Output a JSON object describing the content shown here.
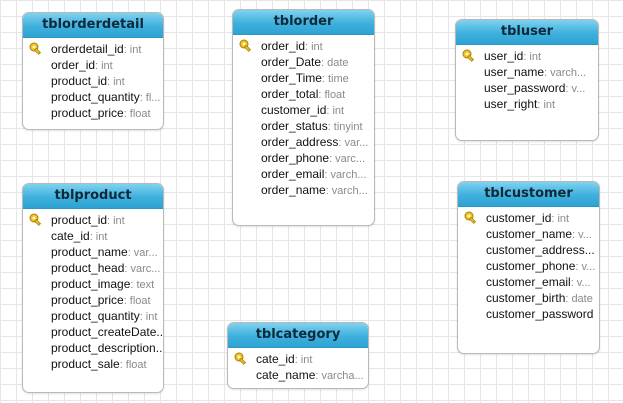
{
  "entities": [
    {
      "id": "tblorderdetail",
      "title": "tblorderdetail",
      "fields": [
        {
          "name": "orderdetail_id",
          "type": "int",
          "key": true
        },
        {
          "name": "order_id",
          "type": "int",
          "key": false
        },
        {
          "name": "product_id",
          "type": "int",
          "key": false
        },
        {
          "name": "product_quantity",
          "type": "fl...",
          "key": false
        },
        {
          "name": "product_price",
          "type": "float",
          "key": false
        }
      ]
    },
    {
      "id": "tblorder",
      "title": "tblorder",
      "fields": [
        {
          "name": "order_id",
          "type": "int",
          "key": true
        },
        {
          "name": "order_Date",
          "type": "date",
          "key": false
        },
        {
          "name": "order_Time",
          "type": "time",
          "key": false
        },
        {
          "name": "order_total",
          "type": "float",
          "key": false
        },
        {
          "name": "customer_id",
          "type": "int",
          "key": false
        },
        {
          "name": "order_status",
          "type": "tinyint",
          "key": false
        },
        {
          "name": "order_address",
          "type": "var...",
          "key": false
        },
        {
          "name": "order_phone",
          "type": "varc...",
          "key": false
        },
        {
          "name": "order_email",
          "type": "varch...",
          "key": false
        },
        {
          "name": "order_name",
          "type": "varch...",
          "key": false
        }
      ]
    },
    {
      "id": "tbluser",
      "title": "tbluser",
      "fields": [
        {
          "name": "user_id",
          "type": "int",
          "key": true
        },
        {
          "name": "user_name",
          "type": "varch...",
          "key": false
        },
        {
          "name": "user_password",
          "type": "v...",
          "key": false
        },
        {
          "name": "user_right",
          "type": "int",
          "key": false
        }
      ]
    },
    {
      "id": "tblproduct",
      "title": "tblproduct",
      "fields": [
        {
          "name": "product_id",
          "type": "int",
          "key": true
        },
        {
          "name": "cate_id",
          "type": "int",
          "key": false
        },
        {
          "name": "product_name",
          "type": "var...",
          "key": false
        },
        {
          "name": "product_head",
          "type": "varc...",
          "key": false
        },
        {
          "name": "product_image",
          "type": "text",
          "key": false
        },
        {
          "name": "product_price",
          "type": "float",
          "key": false
        },
        {
          "name": "product_quantity",
          "type": "int",
          "key": false
        },
        {
          "name": "product_createDate...",
          "type": "",
          "key": false
        },
        {
          "name": "product_description...",
          "type": "",
          "key": false
        },
        {
          "name": "product_sale",
          "type": "float",
          "key": false
        }
      ]
    },
    {
      "id": "tblcustomer",
      "title": "tblcustomer",
      "fields": [
        {
          "name": "customer_id",
          "type": "int",
          "key": true
        },
        {
          "name": "customer_name",
          "type": "v...",
          "key": false
        },
        {
          "name": "customer_address...",
          "type": "",
          "key": false
        },
        {
          "name": "customer_phone",
          "type": "v...",
          "key": false
        },
        {
          "name": "customer_email",
          "type": "v...",
          "key": false
        },
        {
          "name": "customer_birth",
          "type": "date",
          "key": false
        },
        {
          "name": "customer_password",
          "type": "",
          "key": false
        }
      ]
    },
    {
      "id": "tblcategory",
      "title": "tblcategory",
      "fields": [
        {
          "name": "cate_id",
          "type": "int",
          "key": true
        },
        {
          "name": "cate_name",
          "type": "varcha...",
          "key": false
        }
      ]
    }
  ],
  "icons": {
    "primary_key": "key-icon"
  },
  "colors": {
    "header_top": "#7fd2f0",
    "header_bottom": "#2ea3d3",
    "key": "#e8b81c",
    "type_text": "#8a8a8a",
    "grid": "#e6e6e6"
  }
}
